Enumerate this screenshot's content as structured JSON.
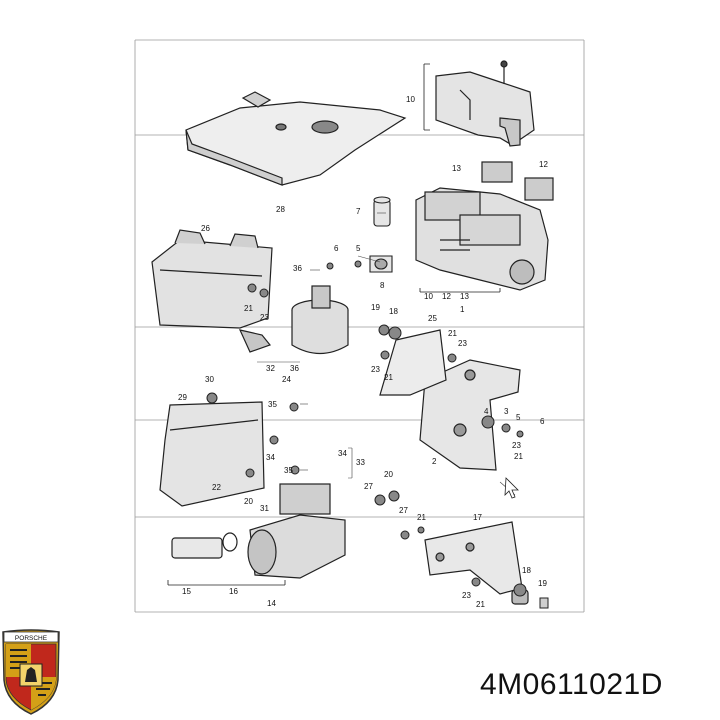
{
  "part_number": "4M0611021D",
  "brand_text": "PORSCHE",
  "callouts": {
    "c1": "1",
    "c2": "2",
    "c3": "3",
    "c4": "4",
    "c5": "5",
    "c6": "6",
    "c7": "7",
    "c8": "8",
    "c10": "10",
    "c12": "12",
    "c13": "13",
    "c14": "14",
    "c15": "15",
    "c16": "16",
    "c17": "17",
    "c18": "18",
    "c19": "19",
    "c20": "20",
    "c21": "21",
    "c22": "22",
    "c23": "23",
    "c24": "24",
    "c25": "25",
    "c26": "26",
    "c27": "27",
    "c28": "28",
    "c29": "29",
    "c30": "30",
    "c31": "31",
    "c32": "32",
    "c33": "33",
    "c34": "34",
    "c35": "35",
    "c36": "36"
  },
  "colors": {
    "line": "#222222",
    "grid": "#9a9a9a",
    "fill": "#e6e6e6",
    "dark": "#555555",
    "logo_gold": "#d4a017",
    "logo_red": "#c0281c"
  }
}
